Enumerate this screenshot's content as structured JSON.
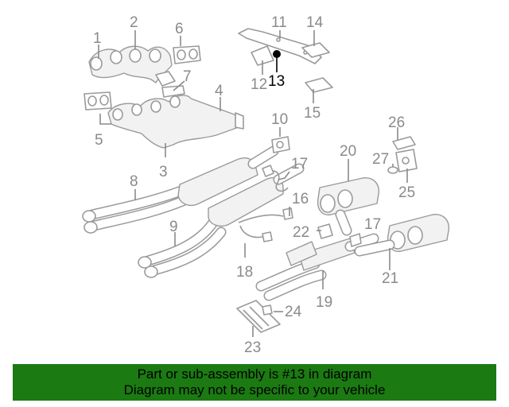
{
  "callouts": [
    {
      "id": "1",
      "text": "1"
    },
    {
      "id": "2",
      "text": "2"
    },
    {
      "id": "3",
      "text": "3"
    },
    {
      "id": "4",
      "text": "4"
    },
    {
      "id": "5",
      "text": "5"
    },
    {
      "id": "6",
      "text": "6"
    },
    {
      "id": "7",
      "text": "7"
    },
    {
      "id": "8",
      "text": "8"
    },
    {
      "id": "9",
      "text": "9"
    },
    {
      "id": "10",
      "text": "10"
    },
    {
      "id": "11",
      "text": "11"
    },
    {
      "id": "12",
      "text": "12"
    },
    {
      "id": "13",
      "text": "13"
    },
    {
      "id": "14",
      "text": "14"
    },
    {
      "id": "15",
      "text": "15"
    },
    {
      "id": "16",
      "text": "16"
    },
    {
      "id": "17a",
      "text": "17"
    },
    {
      "id": "17b",
      "text": "17"
    },
    {
      "id": "18",
      "text": "18"
    },
    {
      "id": "19",
      "text": "19"
    },
    {
      "id": "20",
      "text": "20"
    },
    {
      "id": "21",
      "text": "21"
    },
    {
      "id": "22",
      "text": "22"
    },
    {
      "id": "23",
      "text": "23"
    },
    {
      "id": "24",
      "text": "24"
    },
    {
      "id": "25",
      "text": "25"
    },
    {
      "id": "26",
      "text": "26"
    },
    {
      "id": "27",
      "text": "27"
    }
  ],
  "highlighted_part": "13",
  "banner": {
    "line1": "Part or sub-assembly is #13 in diagram",
    "line2": "Diagram may not be specific to your vehicle",
    "color": "#1b7a12"
  }
}
